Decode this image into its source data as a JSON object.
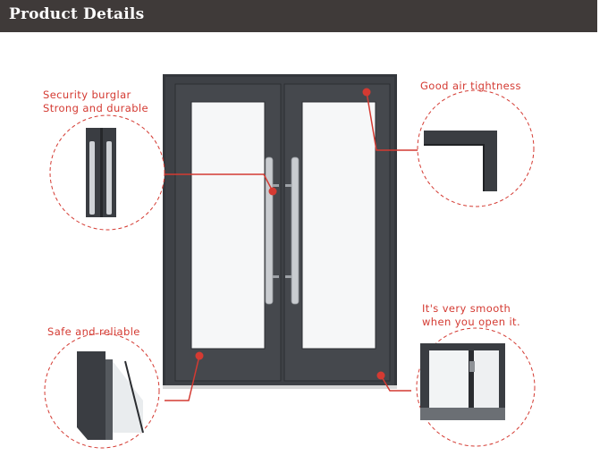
{
  "header": {
    "title": "Product Details"
  },
  "callouts": {
    "security_line1": "Security burglar",
    "security_line2": "Strong and durable",
    "airtight": "Good air tightness",
    "safe": "Safe and reliable",
    "smooth_line1": "It's very smooth",
    "smooth_line2": "when you open it."
  },
  "colors": {
    "header_bg": "#3f3a39",
    "accent_red": "#d43a32",
    "door_frame": "#3a3d42",
    "glass": "#f6f7f8",
    "handle": "#c9ccd0"
  },
  "icons": [
    "door-illustration",
    "handle-detail-icon",
    "corner-seal-detail-icon",
    "frame-section-detail-icon",
    "hinge-detail-icon"
  ]
}
